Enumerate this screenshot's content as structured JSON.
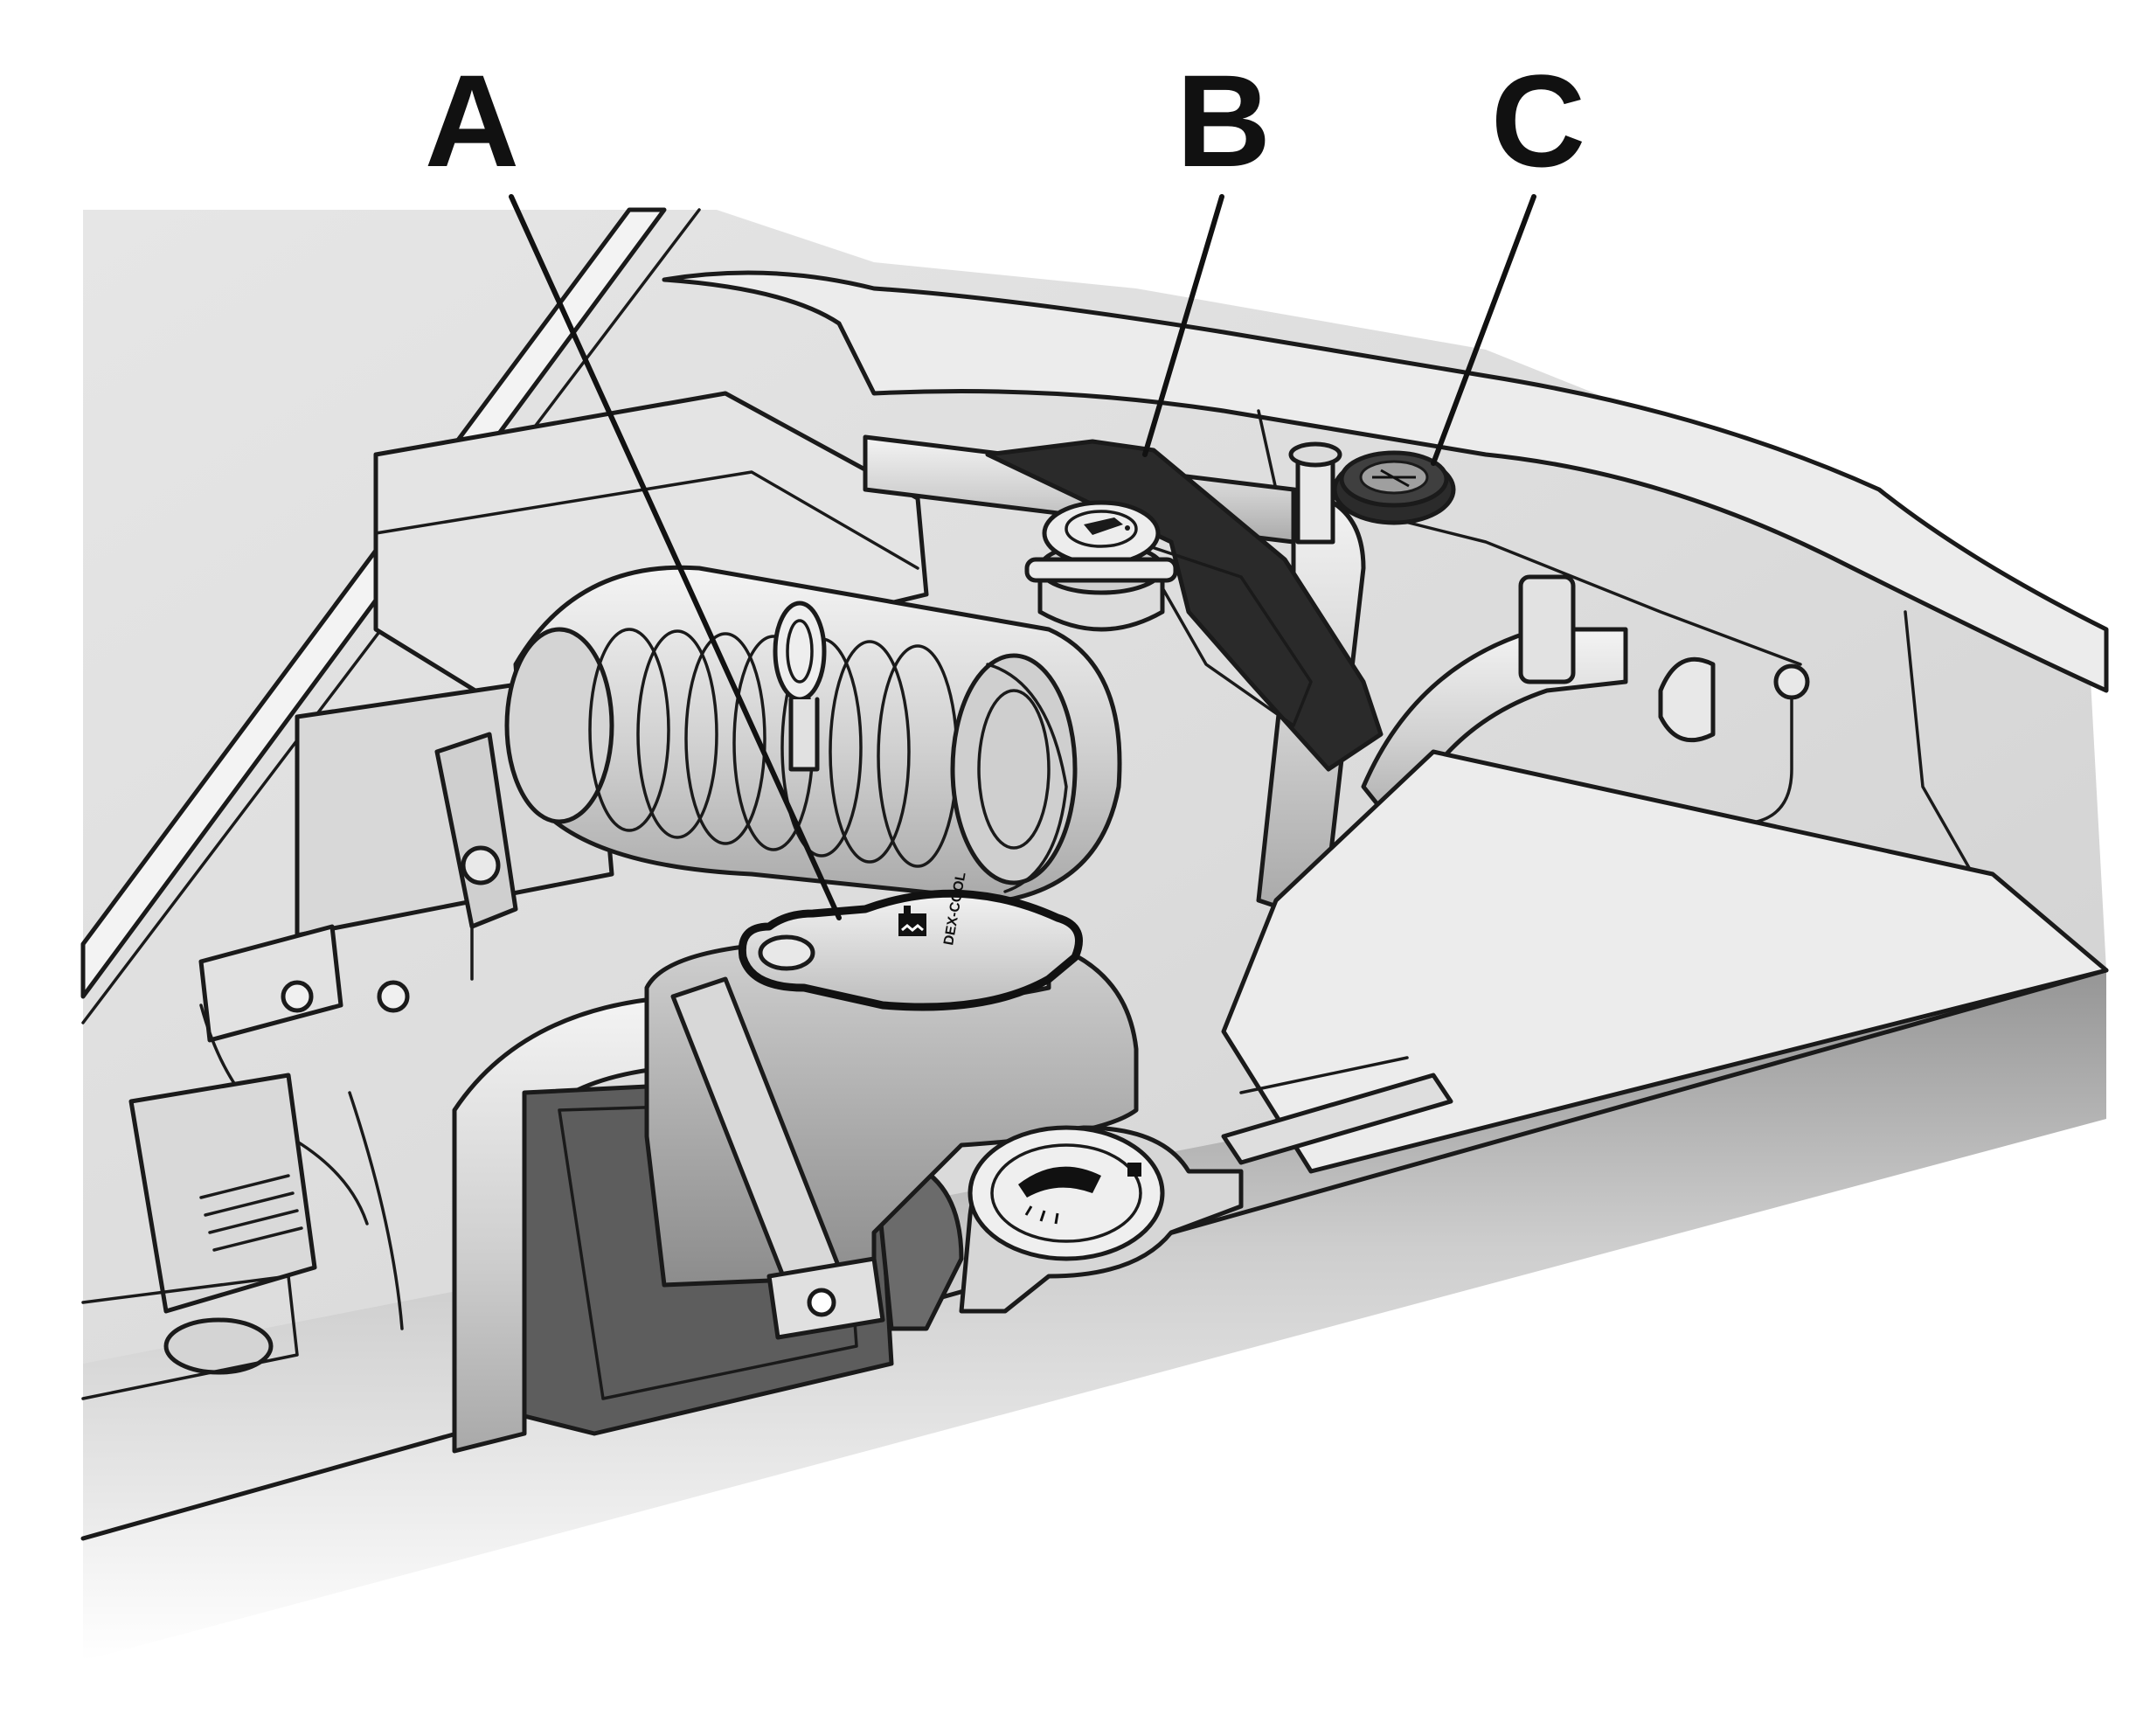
{
  "callouts": {
    "a": {
      "letter": "A"
    },
    "b": {
      "letter": "B"
    },
    "c": {
      "letter": "C"
    }
  },
  "cap_a": {
    "marking": "DEX-COOL"
  },
  "colors": {
    "background": "#ffffff",
    "outline": "#1a1a1a",
    "panel_light": "#e9e9e9",
    "panel_mid": "#c8c8c8",
    "panel_dark": "#5a5a5a",
    "shadow": "#9a9a9a"
  },
  "icons": [
    "engine-coolant-cap-icon",
    "engine-oil-cap-icon",
    "washer-fluid-cap-icon",
    "windshield-washer-icon"
  ]
}
